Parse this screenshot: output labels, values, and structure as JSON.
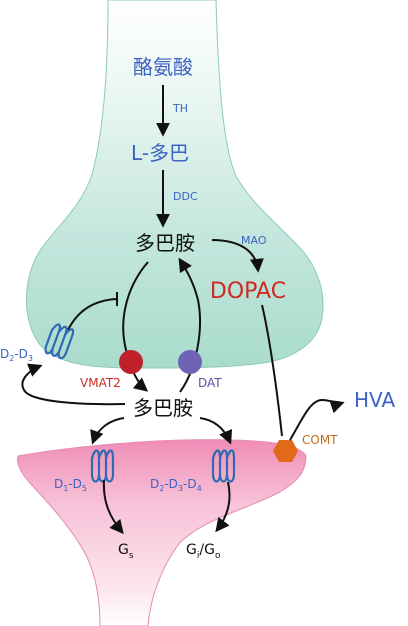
{
  "labels": {
    "tyrosine": "酪氨酸",
    "th": "TH",
    "l_dopa": "L-多巴",
    "ddc": "DDC",
    "dopamine_pre": "多巴胺",
    "mao": "MAO",
    "dopac": "DOPAC",
    "autoreceptor_d": "D",
    "autoreceptor_sub1": "2",
    "autoreceptor_dash": "-D",
    "autoreceptor_sub2": "3",
    "vmat2": "VMAT2",
    "dat": "DAT",
    "dopamine_cleft": "多巴胺",
    "hva": "HVA",
    "comt": "COMT",
    "d1_d": "D",
    "d1_sub1": "1",
    "d1_dash": "-D",
    "d1_sub2": "5",
    "d2_d": "D",
    "d2_sub1": "2",
    "d2_dash1": "-D",
    "d2_sub2": "3",
    "d2_dash2": "-D",
    "d2_sub3": "4",
    "gs_g": "G",
    "gs_sub": "s",
    "gio_g1": "G",
    "gio_sub1": "i",
    "gio_slash": "/G",
    "gio_sub2": "o"
  },
  "colors": {
    "presynaptic_fill": "#c3e6dd",
    "presynaptic_stroke": "#8fc9b8",
    "postsynaptic_fill": "#f7c3d8",
    "postsynaptic_stroke": "#e48db0",
    "vmat2": "#c0202c",
    "dat": "#6f63b5",
    "comt": "#e06a1a",
    "receptor": "#2f6bb3"
  },
  "icons": {
    "vmat2": "red-circle",
    "dat": "purple-circle",
    "comt": "orange-hexagon",
    "receptor": "seven-transmembrane-coil"
  }
}
